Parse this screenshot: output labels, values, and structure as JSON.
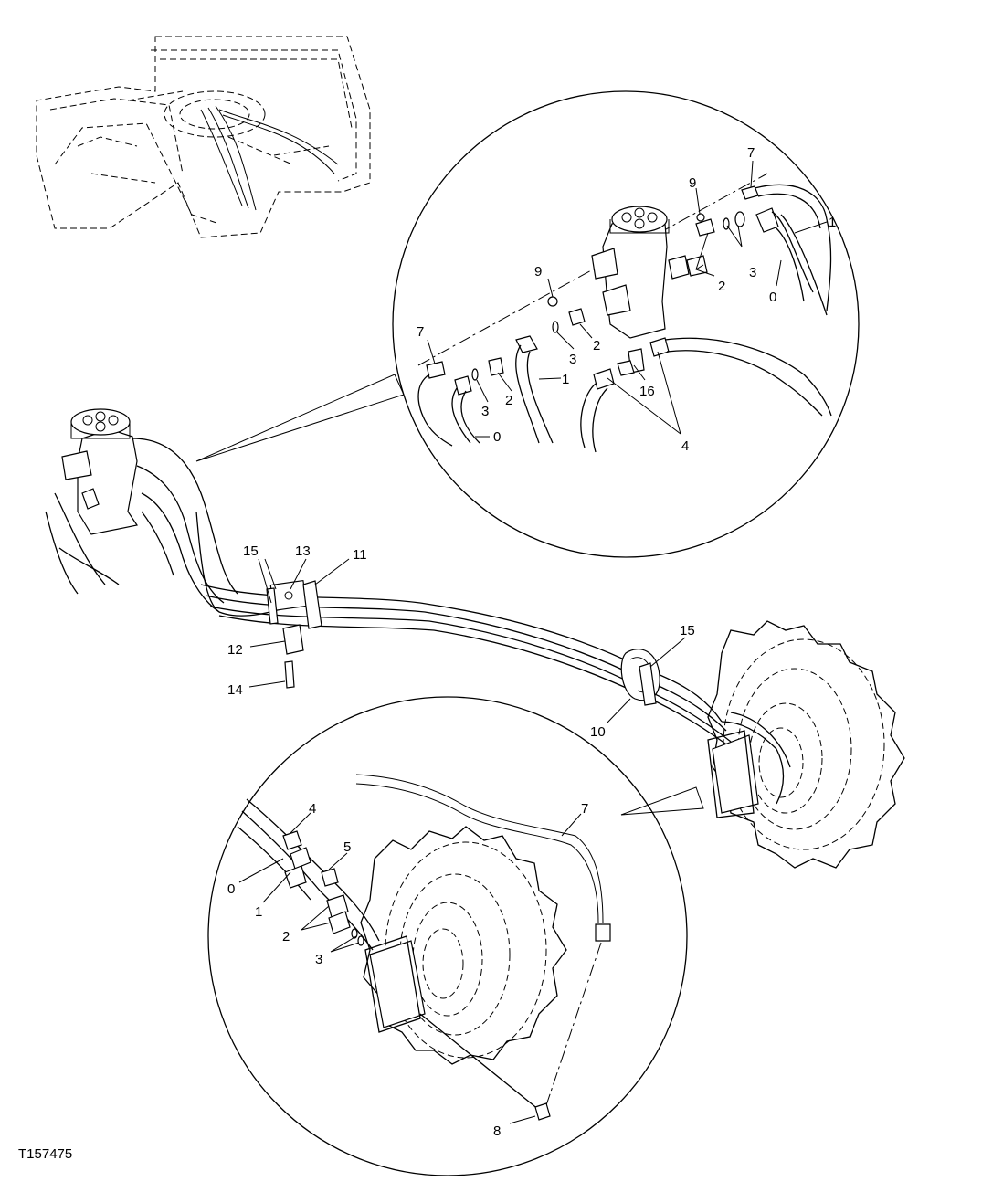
{
  "figure_code": "T157475",
  "callouts": {
    "upper_detail": [
      {
        "id": "u7a",
        "text": "7"
      },
      {
        "id": "u9a",
        "text": "9"
      },
      {
        "id": "u1a",
        "text": "1"
      },
      {
        "id": "u3a",
        "text": "3"
      },
      {
        "id": "u2a",
        "text": "2"
      },
      {
        "id": "u0a",
        "text": "0"
      },
      {
        "id": "u9b",
        "text": "9"
      },
      {
        "id": "u2b",
        "text": "2"
      },
      {
        "id": "u3b",
        "text": "3"
      },
      {
        "id": "u7b",
        "text": "7"
      },
      {
        "id": "u1b",
        "text": "1"
      },
      {
        "id": "u3c",
        "text": "3"
      },
      {
        "id": "u2c",
        "text": "2"
      },
      {
        "id": "u16",
        "text": "16"
      },
      {
        "id": "u0b",
        "text": "0"
      },
      {
        "id": "u4",
        "text": "4"
      }
    ],
    "main_view": [
      {
        "id": "m15a",
        "text": "15"
      },
      {
        "id": "m13",
        "text": "13"
      },
      {
        "id": "m11",
        "text": "11"
      },
      {
        "id": "m12",
        "text": "12"
      },
      {
        "id": "m14",
        "text": "14"
      },
      {
        "id": "m15b",
        "text": "15"
      },
      {
        "id": "m10",
        "text": "10"
      }
    ],
    "lower_detail": [
      {
        "id": "l4",
        "text": "4"
      },
      {
        "id": "l5",
        "text": "5"
      },
      {
        "id": "l7",
        "text": "7"
      },
      {
        "id": "l0",
        "text": "0"
      },
      {
        "id": "l1",
        "text": "1"
      },
      {
        "id": "l2",
        "text": "2"
      },
      {
        "id": "l3",
        "text": "3"
      },
      {
        "id": "l8",
        "text": "8"
      }
    ]
  }
}
